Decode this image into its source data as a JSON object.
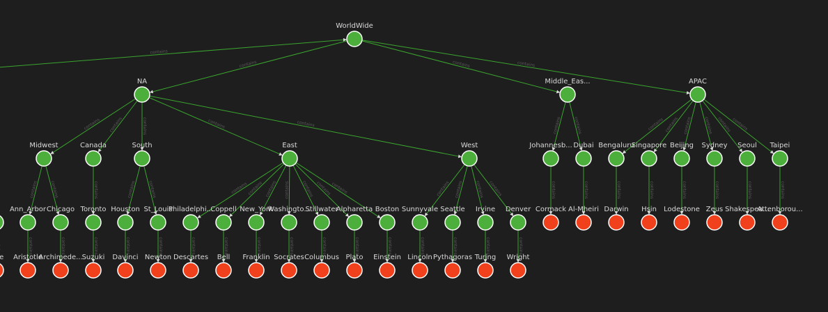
{
  "colors": {
    "background": "#1e1e1e",
    "edge": "#3aa62e",
    "group_node": "#4caf3c",
    "leaf_node": "#f0401c",
    "node_border": "#ffffff",
    "label": "#d9d9d9",
    "edge_label": "#5b5b5b"
  },
  "edge_label": "contains",
  "nodes": [
    {
      "id": "worldwide",
      "label": "WorldWide",
      "kind": "group"
    },
    {
      "id": "na",
      "label": "NA",
      "kind": "group"
    },
    {
      "id": "middle-east",
      "label": "Middle_Eas...",
      "kind": "group"
    },
    {
      "id": "apac",
      "label": "APAC",
      "kind": "group"
    },
    {
      "id": "midwest",
      "label": "Midwest",
      "kind": "group"
    },
    {
      "id": "canada",
      "label": "Canada",
      "kind": "group"
    },
    {
      "id": "south",
      "label": "South",
      "kind": "group"
    },
    {
      "id": "east",
      "label": "East",
      "kind": "group"
    },
    {
      "id": "west",
      "label": "West",
      "kind": "group"
    },
    {
      "id": "johannesburg",
      "label": "Johannesb...",
      "kind": "group"
    },
    {
      "id": "dubai",
      "label": "Dubai",
      "kind": "group"
    },
    {
      "id": "bengaluru",
      "label": "Bengaluru",
      "kind": "group"
    },
    {
      "id": "singapore",
      "label": "Singapore",
      "kind": "group"
    },
    {
      "id": "beijing",
      "label": "Beijing",
      "kind": "group"
    },
    {
      "id": "sydney",
      "label": "Sydney",
      "kind": "group"
    },
    {
      "id": "seoul",
      "label": "Seoul",
      "kind": "group"
    },
    {
      "id": "taipei",
      "label": "Taipei",
      "kind": "group"
    },
    {
      "id": "is",
      "label": "is",
      "kind": "group"
    },
    {
      "id": "ann-arbor",
      "label": "Ann_Arbor",
      "kind": "group"
    },
    {
      "id": "chicago",
      "label": "Chicago",
      "kind": "group"
    },
    {
      "id": "toronto",
      "label": "Toronto",
      "kind": "group"
    },
    {
      "id": "houston",
      "label": "Houston",
      "kind": "group"
    },
    {
      "id": "st-louis",
      "label": "St_Louis",
      "kind": "group"
    },
    {
      "id": "philadelphia",
      "label": "Philadelphi...",
      "kind": "group"
    },
    {
      "id": "coppell",
      "label": "Coppell",
      "kind": "group"
    },
    {
      "id": "new-york",
      "label": "New_York",
      "kind": "group"
    },
    {
      "id": "washington",
      "label": "Washingto...",
      "kind": "group"
    },
    {
      "id": "stillwater",
      "label": "Stillwater",
      "kind": "group"
    },
    {
      "id": "alpharetta",
      "label": "Alpharetta",
      "kind": "group"
    },
    {
      "id": "boston",
      "label": "Boston",
      "kind": "group"
    },
    {
      "id": "sunnyvale",
      "label": "Sunnyvale",
      "kind": "group"
    },
    {
      "id": "seattle",
      "label": "Seattle",
      "kind": "group"
    },
    {
      "id": "irvine",
      "label": "Irvine",
      "kind": "group"
    },
    {
      "id": "denver",
      "label": "Denver",
      "kind": "group"
    },
    {
      "id": "cormack",
      "label": "Cormack",
      "kind": "leaf"
    },
    {
      "id": "al-mheiri",
      "label": "Al-Mheiri",
      "kind": "leaf"
    },
    {
      "id": "darwin",
      "label": "Darwin",
      "kind": "leaf"
    },
    {
      "id": "hsin",
      "label": "Hsin",
      "kind": "leaf"
    },
    {
      "id": "lodestone",
      "label": "Lodestone",
      "kind": "leaf"
    },
    {
      "id": "zeus",
      "label": "Zeus",
      "kind": "leaf"
    },
    {
      "id": "shakespeare",
      "label": "Shakespea...",
      "kind": "leaf"
    },
    {
      "id": "attenborough",
      "label": "Attenborou...",
      "kind": "leaf"
    },
    {
      "id": "tone",
      "label": "tone",
      "kind": "leaf"
    },
    {
      "id": "aristotle",
      "label": "Aristotle",
      "kind": "leaf"
    },
    {
      "id": "archimedes",
      "label": "Archimede...",
      "kind": "leaf"
    },
    {
      "id": "suzuki",
      "label": "Suzuki",
      "kind": "leaf"
    },
    {
      "id": "davinci",
      "label": "Davinci",
      "kind": "leaf"
    },
    {
      "id": "newton",
      "label": "Newton",
      "kind": "leaf"
    },
    {
      "id": "descartes",
      "label": "Descartes",
      "kind": "leaf"
    },
    {
      "id": "bell",
      "label": "Bell",
      "kind": "leaf"
    },
    {
      "id": "franklin",
      "label": "Franklin",
      "kind": "leaf"
    },
    {
      "id": "socrates",
      "label": "Socrates",
      "kind": "leaf"
    },
    {
      "id": "columbus",
      "label": "Columbus",
      "kind": "leaf"
    },
    {
      "id": "plato",
      "label": "Plato",
      "kind": "leaf"
    },
    {
      "id": "einstein",
      "label": "Einstein",
      "kind": "leaf"
    },
    {
      "id": "lincoln",
      "label": "Lincoln",
      "kind": "leaf"
    },
    {
      "id": "pythagoras",
      "label": "Pythagoras",
      "kind": "leaf"
    },
    {
      "id": "turing",
      "label": "Turing",
      "kind": "leaf"
    },
    {
      "id": "wright",
      "label": "Wright",
      "kind": "leaf"
    }
  ],
  "edges": [
    [
      "offscreen-left",
      "worldwide"
    ],
    [
      "worldwide",
      "na"
    ],
    [
      "worldwide",
      "middle-east"
    ],
    [
      "worldwide",
      "apac"
    ],
    [
      "na",
      "midwest"
    ],
    [
      "na",
      "canada"
    ],
    [
      "na",
      "south"
    ],
    [
      "na",
      "east"
    ],
    [
      "na",
      "west"
    ],
    [
      "middle-east",
      "johannesburg"
    ],
    [
      "middle-east",
      "dubai"
    ],
    [
      "apac",
      "bengaluru"
    ],
    [
      "apac",
      "singapore"
    ],
    [
      "apac",
      "beijing"
    ],
    [
      "apac",
      "sydney"
    ],
    [
      "apac",
      "seoul"
    ],
    [
      "apac",
      "taipei"
    ],
    [
      "midwest",
      "ann-arbor"
    ],
    [
      "midwest",
      "chicago"
    ],
    [
      "canada",
      "toronto"
    ],
    [
      "south",
      "houston"
    ],
    [
      "south",
      "st-louis"
    ],
    [
      "east",
      "philadelphia"
    ],
    [
      "east",
      "coppell"
    ],
    [
      "east",
      "new-york"
    ],
    [
      "east",
      "washington"
    ],
    [
      "east",
      "stillwater"
    ],
    [
      "east",
      "alpharetta"
    ],
    [
      "east",
      "boston"
    ],
    [
      "west",
      "sunnyvale"
    ],
    [
      "west",
      "seattle"
    ],
    [
      "west",
      "irvine"
    ],
    [
      "west",
      "denver"
    ],
    [
      "johannesburg",
      "cormack"
    ],
    [
      "dubai",
      "al-mheiri"
    ],
    [
      "bengaluru",
      "darwin"
    ],
    [
      "singapore",
      "hsin"
    ],
    [
      "beijing",
      "lodestone"
    ],
    [
      "sydney",
      "zeus"
    ],
    [
      "seoul",
      "shakespeare"
    ],
    [
      "taipei",
      "attenborough"
    ],
    [
      "is",
      "tone"
    ],
    [
      "ann-arbor",
      "aristotle"
    ],
    [
      "chicago",
      "archimedes"
    ],
    [
      "toronto",
      "suzuki"
    ],
    [
      "houston",
      "davinci"
    ],
    [
      "st-louis",
      "newton"
    ],
    [
      "philadelphia",
      "descartes"
    ],
    [
      "coppell",
      "bell"
    ],
    [
      "new-york",
      "franklin"
    ],
    [
      "washington",
      "socrates"
    ],
    [
      "stillwater",
      "columbus"
    ],
    [
      "alpharetta",
      "plato"
    ],
    [
      "boston",
      "einstein"
    ],
    [
      "sunnyvale",
      "lincoln"
    ],
    [
      "seattle",
      "pythagoras"
    ],
    [
      "irvine",
      "turing"
    ],
    [
      "denver",
      "wright"
    ]
  ]
}
